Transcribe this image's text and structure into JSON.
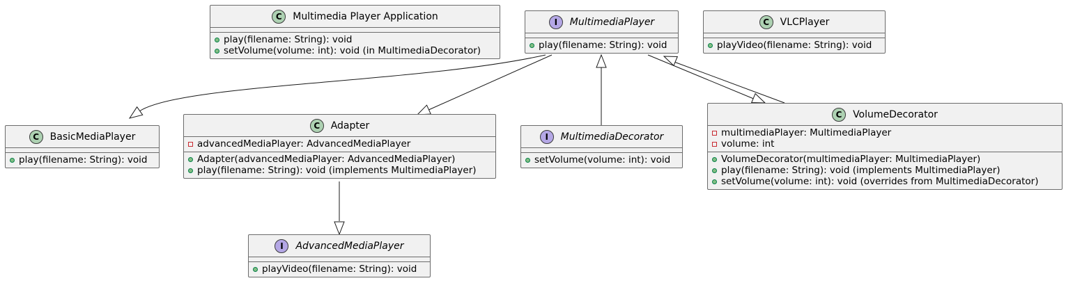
{
  "colors": {
    "class_fill": "#f1f1f1",
    "border": "#6b6b6b",
    "class_badge": "#add1b2",
    "interface_badge": "#b4a7e5",
    "public_marker": "#84be84",
    "private_marker": "#c82930"
  },
  "classes": [
    {
      "key": "app",
      "kind": "class",
      "badge": "C",
      "name": "Multimedia Player Application",
      "fields": [],
      "methods": [
        {
          "vis": "public",
          "text": "play(filename: String): void"
        },
        {
          "vis": "public",
          "text": "setVolume(volume: int): void (in MultimediaDecorator)"
        }
      ]
    },
    {
      "key": "multimediaPlayer",
      "kind": "interface",
      "badge": "I",
      "name": "MultimediaPlayer",
      "fields": [],
      "methods": [
        {
          "vis": "public",
          "text": "play(filename: String): void"
        }
      ]
    },
    {
      "key": "vlc",
      "kind": "class",
      "badge": "C",
      "name": "VLCPlayer",
      "fields": [],
      "methods": [
        {
          "vis": "public",
          "text": "playVideo(filename: String): void"
        }
      ]
    },
    {
      "key": "basic",
      "kind": "class",
      "badge": "C",
      "name": "BasicMediaPlayer",
      "fields": [],
      "methods": [
        {
          "vis": "public",
          "text": "play(filename: String): void"
        }
      ]
    },
    {
      "key": "adapter",
      "kind": "class",
      "badge": "C",
      "name": "Adapter",
      "fields": [
        {
          "vis": "private",
          "text": "advancedMediaPlayer: AdvancedMediaPlayer"
        }
      ],
      "methods": [
        {
          "vis": "public",
          "text": "Adapter(advancedMediaPlayer: AdvancedMediaPlayer)"
        },
        {
          "vis": "public",
          "text": "play(filename: String): void (implements MultimediaPlayer)"
        }
      ]
    },
    {
      "key": "decorator",
      "kind": "interface",
      "badge": "I",
      "name": "MultimediaDecorator",
      "fields": [],
      "methods": [
        {
          "vis": "public",
          "text": "setVolume(volume: int): void"
        }
      ]
    },
    {
      "key": "volume",
      "kind": "class",
      "badge": "C",
      "name": "VolumeDecorator",
      "fields": [
        {
          "vis": "private",
          "text": "multimediaPlayer: MultimediaPlayer"
        },
        {
          "vis": "private",
          "text": "volume: int"
        }
      ],
      "methods": [
        {
          "vis": "public",
          "text": "VolumeDecorator(multimediaPlayer: MultimediaPlayer)"
        },
        {
          "vis": "public",
          "text": "play(filename: String): void (implements MultimediaPlayer)"
        },
        {
          "vis": "public",
          "text": "setVolume(volume: int): void (overrides from MultimediaDecorator)"
        }
      ]
    },
    {
      "key": "advanced",
      "kind": "interface",
      "badge": "I",
      "name": "AdvancedMediaPlayer",
      "fields": [],
      "methods": [
        {
          "vis": "public",
          "text": "playVideo(filename: String): void"
        }
      ]
    }
  ],
  "relations": [
    {
      "from": "multimediaPlayer",
      "to": "basic",
      "type": "generalization"
    },
    {
      "from": "multimediaPlayer",
      "to": "adapter",
      "type": "generalization"
    },
    {
      "from": "decorator",
      "to": "multimediaPlayer",
      "type": "generalization"
    },
    {
      "from": "multimediaPlayer",
      "to": "volume",
      "type": "generalization"
    },
    {
      "from": "volume",
      "to": "multimediaPlayer",
      "type": "generalization"
    },
    {
      "from": "adapter",
      "to": "advanced",
      "type": "generalization"
    }
  ]
}
